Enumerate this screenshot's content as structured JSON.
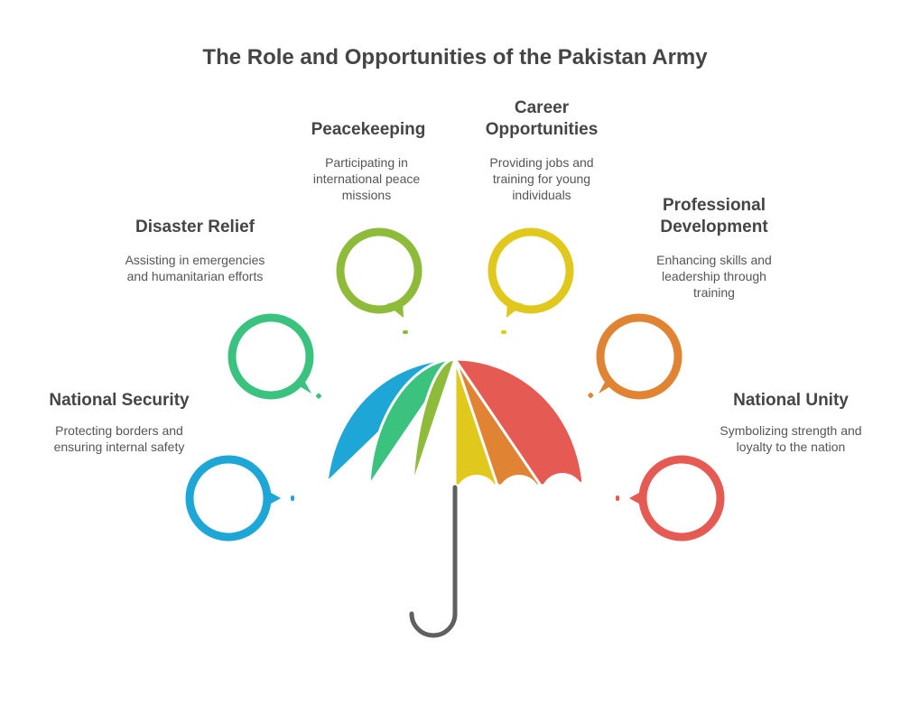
{
  "title": "The Role and Opportunities of the Pakistan Army",
  "items": [
    {
      "heading": "National Security",
      "description": "Protecting borders and ensuring internal safety",
      "color": "#1ea7d6"
    },
    {
      "heading": "Disaster Relief",
      "description": "Assisting in emergencies and humanitarian efforts",
      "color": "#3cc27f"
    },
    {
      "heading": "Peacekeeping",
      "description": "Participating in international peace missions",
      "color": "#8fbb3a"
    },
    {
      "heading": "Career Opportunities",
      "description": "Providing jobs and training for young individuals",
      "color": "#e0c81c"
    },
    {
      "heading": "Professional Development",
      "description": "Enhancing skills and leadership through training",
      "color": "#e08332"
    },
    {
      "heading": "National Unity",
      "description": "Symbolizing strength and loyalty to the nation",
      "color": "#e55a52"
    }
  ]
}
